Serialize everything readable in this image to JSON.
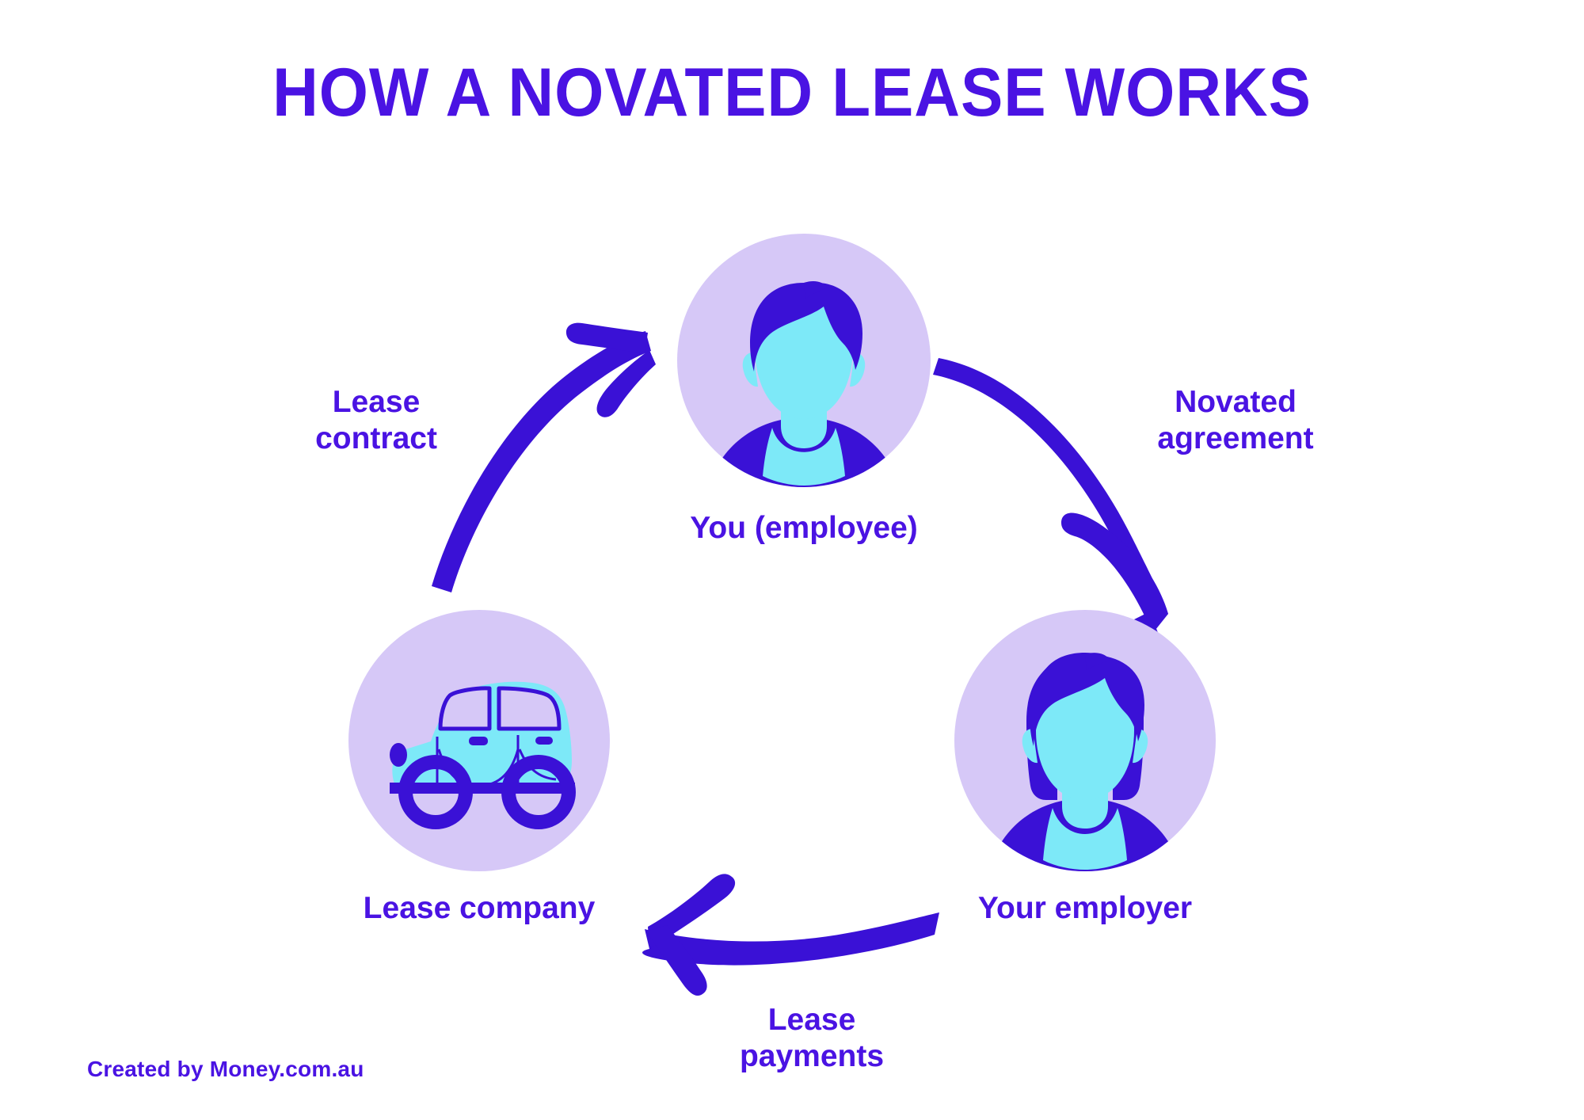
{
  "page": {
    "title": "HOW A NOVATED LEASE WORKS",
    "footer": "Created by Money.com.au",
    "background": "#FFFFFF"
  },
  "colors": {
    "primary_violet": "#4A13E3",
    "deep_indigo": "#3A11D6",
    "circle_lavender": "#D6C8F7",
    "skin_cyan": "#7DE9F8",
    "white": "#FFFFFF"
  },
  "nodes": [
    {
      "id": "employee",
      "label": "You (employee)",
      "icon": "person-male-avatar-icon",
      "position": "top-center"
    },
    {
      "id": "employer",
      "label": "Your employer",
      "icon": "person-female-avatar-icon",
      "position": "bottom-right"
    },
    {
      "id": "company",
      "label": "Lease company",
      "icon": "car-icon",
      "position": "bottom-left"
    }
  ],
  "flows": [
    {
      "id": "novated-agreement",
      "label": "Novated\nagreement",
      "from": "employee",
      "to": "employer",
      "direction": "clockwise"
    },
    {
      "id": "lease-payments",
      "label": "Lease\npayments",
      "from": "employer",
      "to": "company",
      "direction": "clockwise"
    },
    {
      "id": "lease-contract",
      "label": "Lease\ncontract",
      "from": "company",
      "to": "employee",
      "direction": "clockwise"
    }
  ]
}
